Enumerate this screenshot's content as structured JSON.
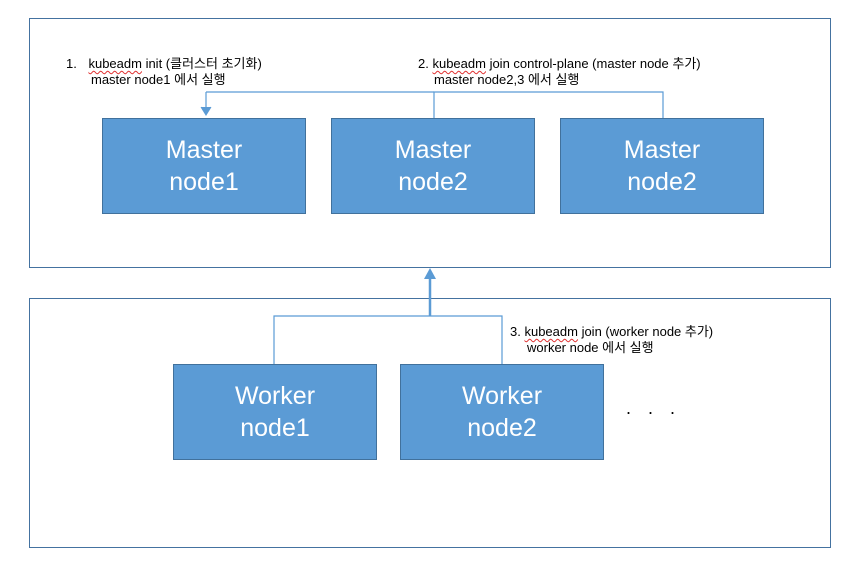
{
  "control_plane": {
    "nodes": [
      {
        "line1": "Master",
        "line2": "node1"
      },
      {
        "line1": "Master",
        "line2": "node2"
      },
      {
        "line1": "Master",
        "line2": "node2"
      }
    ],
    "note1": {
      "num": "1.",
      "cmd": "kubeadm",
      "rest": " init (클러스터 초기화)",
      "line2": "master node1 에서 실행"
    },
    "note2": {
      "num": "2.",
      "cmd": "kubeadm",
      "rest": " join  control-plane (master node 추가)",
      "line2": "master node2,3 에서 실행"
    }
  },
  "workers": {
    "nodes": [
      {
        "line1": "Worker",
        "line2": "node1"
      },
      {
        "line1": "Worker",
        "line2": "node2"
      }
    ],
    "ellipsis": ". . .",
    "note3": {
      "num": "3.",
      "cmd": "kubeadm",
      "rest": " join  (worker node 추가)",
      "line2": "worker node 에서 실행"
    }
  },
  "colors": {
    "node_fill": "#5b9bd5",
    "node_border": "#41719c",
    "connector": "#5b9bd5",
    "frame_border": "#4472a0"
  }
}
